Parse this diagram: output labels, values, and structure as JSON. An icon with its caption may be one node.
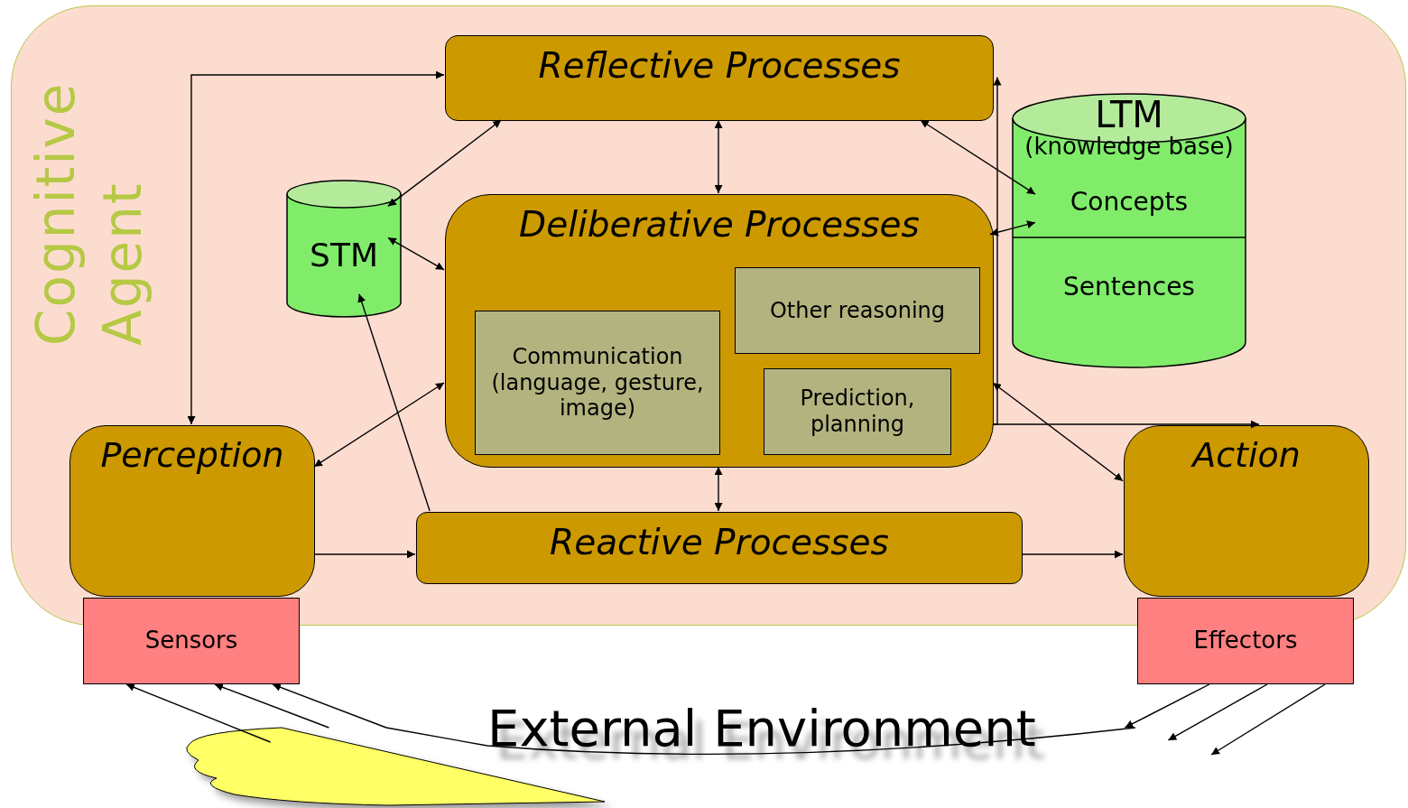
{
  "diagram": {
    "nodes": [
      {
        "text": [
          "Cognitive Agent"
        ]
      },
      {
        "text": [
          "Reflective Processes"
        ],
        "in": 0
      },
      {
        "text": [
          "STM"
        ],
        "in": 0
      },
      {
        "text": [
          "LTM",
          "(knowledge base)"
        ],
        "in": 0
      },
      {
        "text": [
          "Concepts"
        ],
        "in": 3
      },
      {
        "text": [
          "Sentences"
        ],
        "in": 3
      },
      {
        "text": [
          "Deliberative Processes"
        ],
        "in": 0
      },
      {
        "text": [
          "Communication (language, gesture, image)"
        ],
        "in": 6
      },
      {
        "text": [
          "Other reasoning"
        ],
        "in": 6
      },
      {
        "text": [
          "Prediction, planning"
        ],
        "in": 6
      },
      {
        "text": [
          "Perception"
        ],
        "in": 0
      },
      {
        "text": [
          "Reactive Processes"
        ],
        "in": 0
      },
      {
        "text": [
          "Action"
        ],
        "in": 0
      },
      {
        "text": [
          "Sensors"
        ]
      },
      {
        "text": [
          "Effectors"
        ]
      },
      {
        "text": [
          "External Environment"
        ]
      }
    ],
    "edges": [
      {
        "from": 1,
        "to": 2,
        "arrow": "both"
      },
      {
        "from": 1,
        "to": 6,
        "arrow": "both"
      },
      {
        "from": 1,
        "to": 4,
        "arrow": "both"
      },
      {
        "from": 6,
        "to": 4,
        "arrow": "both"
      },
      {
        "from": 2,
        "to": 6,
        "arrow": "both"
      },
      {
        "from": 11,
        "to": 2,
        "arrow": "to"
      },
      {
        "from": 10,
        "to": 6,
        "arrow": "both"
      },
      {
        "from": 10,
        "to": 1,
        "arrow": "both"
      },
      {
        "from": 10,
        "to": 11,
        "arrow": "to"
      },
      {
        "from": 6,
        "to": 11,
        "arrow": "both"
      },
      {
        "from": 11,
        "to": 12,
        "arrow": "to"
      },
      {
        "from": 6,
        "to": 12,
        "arrow": "both"
      },
      {
        "from": 6,
        "to": 12,
        "arrow": "to"
      },
      {
        "from": 6,
        "to": 1,
        "arrow": "to"
      },
      {
        "from": 15,
        "to": 13,
        "arrow": "to"
      },
      {
        "from": 15,
        "to": 13,
        "arrow": "to"
      },
      {
        "from": 15,
        "to": 13,
        "arrow": "to"
      },
      {
        "from": 14,
        "to": 15,
        "arrow": "to"
      },
      {
        "from": 14,
        "to": 15,
        "arrow": "to"
      },
      {
        "from": 14,
        "to": null,
        "arrow": "to"
      }
    ]
  }
}
